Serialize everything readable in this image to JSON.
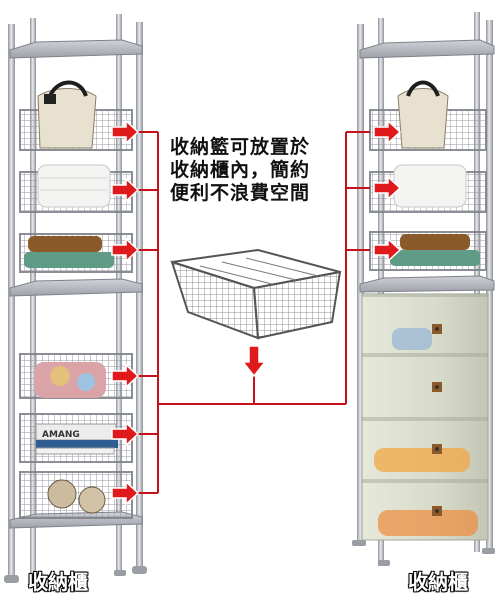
{
  "caption": {
    "line1": "收納籃可放置於",
    "line2": "收納櫃內，簡約",
    "line3": "便利不浪費空間"
  },
  "labels": {
    "left": "收納櫃",
    "right": "收納櫃"
  },
  "book_text": "AMANG",
  "colors": {
    "frame": "#b9bcc2",
    "frame_dark": "#8d9097",
    "arrow": "#e01a1a",
    "line": "#c8101a",
    "drawer": "#d9dcc9"
  },
  "icons": {
    "arrow": "right-arrow-icon",
    "down": "down-arrow-icon"
  }
}
